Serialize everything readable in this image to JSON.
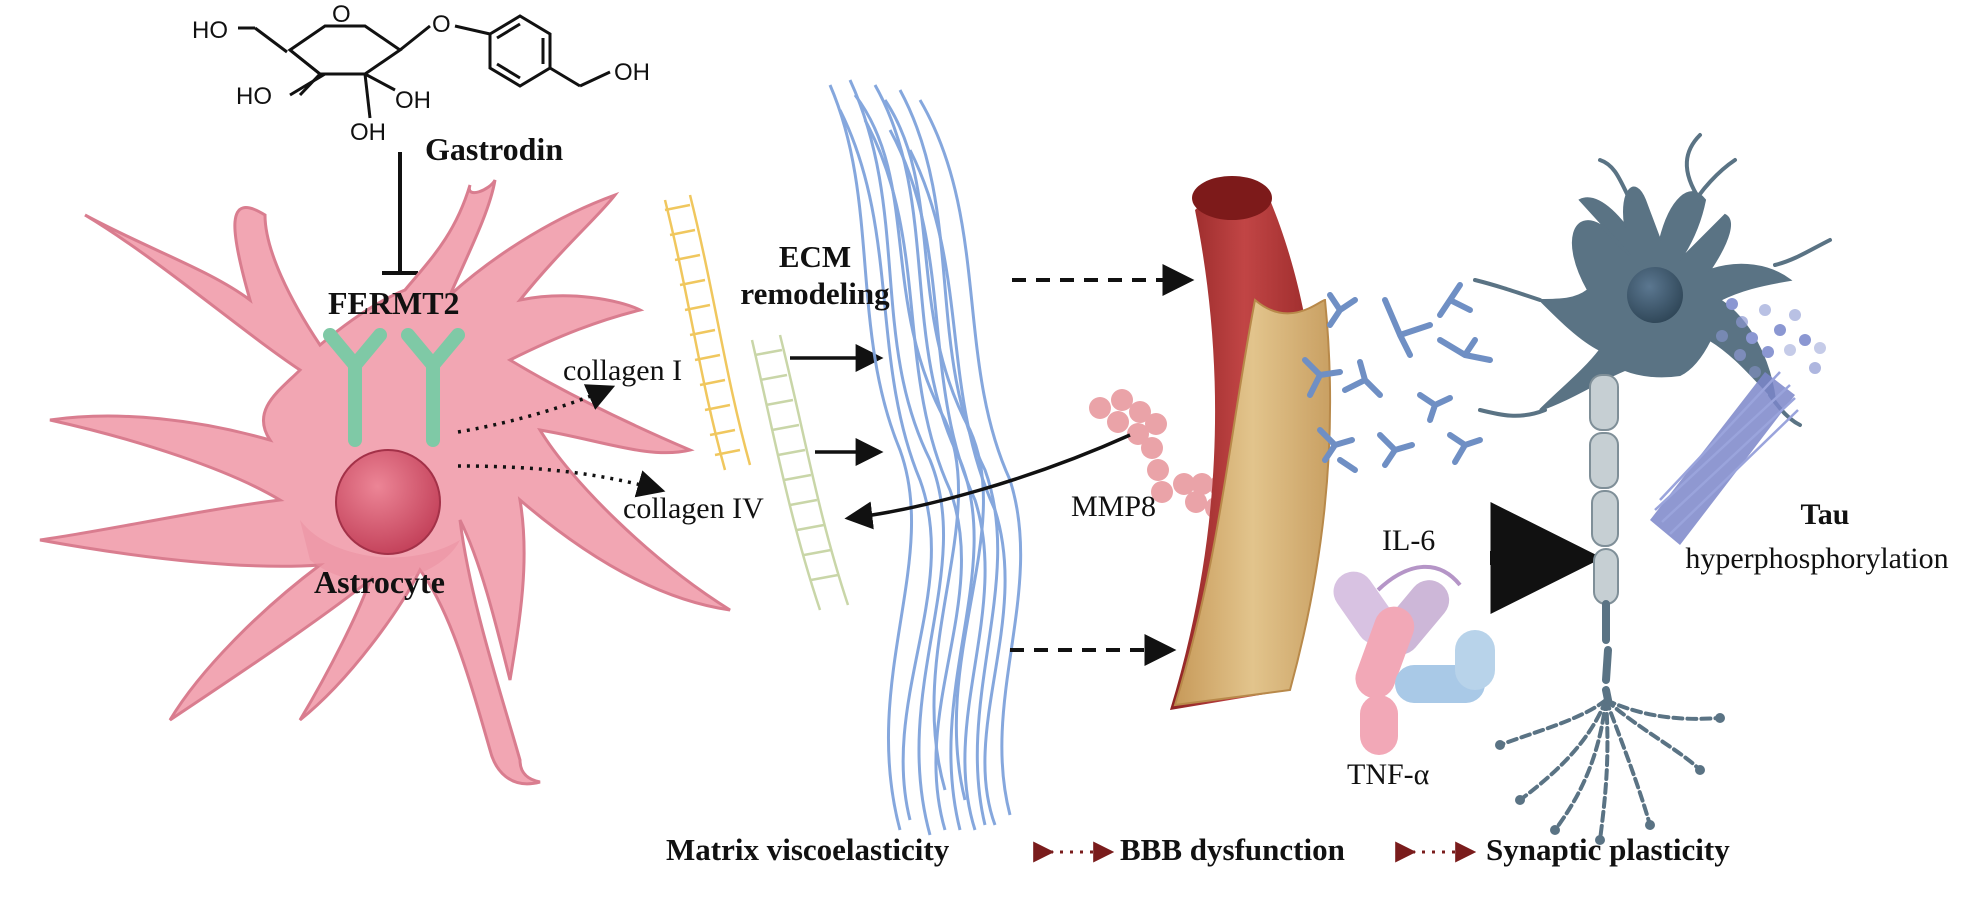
{
  "molecule": {
    "name": "Gastrodin",
    "groups": [
      "HO",
      "OH",
      "OH",
      "OH",
      "OH",
      "O",
      "O"
    ]
  },
  "labels": {
    "fermt2": "FERMT2",
    "astrocyte": "Astrocyte",
    "collagen_i": "collagen I",
    "collagen_iv": "collagen IV",
    "ecm_line1": "ECM",
    "ecm_line2": "remodeling",
    "mmp8": "MMP8",
    "il6": "IL-6",
    "tnfa": "TNF-α",
    "tau": "Tau",
    "tau_sub": "hyperphosphorylation"
  },
  "bottom": {
    "matrix": "Matrix viscoelasticity",
    "bbb": "BBB dysfunction",
    "synaptic": "Synaptic plasticity"
  },
  "colors": {
    "astrocyte_fill": "#f2a6b3",
    "astrocyte_stroke": "#d97d8f",
    "nucleus": "#d6546a",
    "receptor": "#7fc9a6",
    "collagen_i": "#f0c75e",
    "collagen_iv": "#c9d6a8",
    "fibers": "#7fa3dc",
    "mmp8": "#eaa3a8",
    "vessel_wall": "#b83a3a",
    "vessel_lumen": "#d8b57a",
    "antibody": "#6f8fc4",
    "neuron": "#5a7384",
    "tau": "#7b86c9",
    "bidir_arrow": "#7a1c1c"
  }
}
